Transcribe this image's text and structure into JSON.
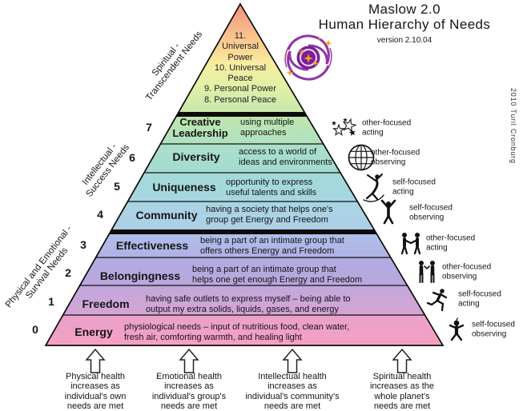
{
  "title": {
    "app": "Maslow 2.0",
    "subtitle": "Human Hierarchy of Needs",
    "version": "version 2.10.04"
  },
  "credit": "2010 Turil Cronburg",
  "side_labels": {
    "spiritual": "Spiritual -\nTranscendent Needs",
    "intellectual": "Intellectual -\nSuccess Needs",
    "physical": "Physical and Emotional -\nSurvival Needs"
  },
  "apex": {
    "text": "11.\nUniversal\nPower\n10. Universal\nPeace\n9. Personal Power\n8. Personal Peace",
    "gradient": [
      "#F2917D",
      "#F7B287",
      "#FBD392",
      "#F8EC9E",
      "#E3F0A5",
      "#C9E7AD"
    ]
  },
  "levels": [
    {
      "num": "7",
      "keyword": "Creative\nLeadership",
      "desc": "using multiple\napproaches",
      "icon": "stars-icon",
      "focus": "other-focused\nacting",
      "color_top": "#C0E6AE",
      "color_bottom": "#AFE1C0"
    },
    {
      "num": "6",
      "keyword": "Diversity",
      "desc": "access to a world of\nideas and environments",
      "icon": "globe-icon",
      "focus": "other-focused\nobserving",
      "color_top": "#AADFC7",
      "color_bottom": "#A4DBD3"
    },
    {
      "num": "5",
      "keyword": "Uniqueness",
      "desc": "opportunity to express\nuseful talents and skills",
      "icon": "dancer-icon",
      "focus": "self-focused\nacting",
      "color_top": "#A3DAD9",
      "color_bottom": "#A7D6E0"
    },
    {
      "num": "4",
      "keyword": "Community",
      "desc": "having a society that helps one's\ngroup get Energy and Freedom",
      "icon": "arms-raised-icon",
      "focus": "self-focused\nobserving",
      "color_top": "#A9D4E3",
      "color_bottom": "#ADD0E7"
    },
    {
      "num": "3",
      "keyword": "Effectiveness",
      "desc": "being a part of an intimate group that\noffers others Energy and Freedom",
      "icon": "handshake-icon",
      "focus": "other-focused\nacting",
      "color_top": "#AFBFE9",
      "color_bottom": "#B0B1E4"
    },
    {
      "num": "2",
      "keyword": "Belongingness",
      "desc": "being a part of an intimate group that\nhelps one get enough Energy and Freedom",
      "icon": "two-people-icon",
      "focus": "other-focused\nobserving",
      "color_top": "#B1ABE1",
      "color_bottom": "#BBA7DE"
    },
    {
      "num": "1",
      "keyword": "Freedom",
      "desc": "having safe outlets to express myself – being able to\noutput my extra solids, liquids, gases, and energy",
      "icon": "runner-icon",
      "focus": "self-focused\nacting",
      "color_top": "#C1A8DC",
      "color_bottom": "#D6A4D5"
    },
    {
      "num": "0",
      "keyword": "Energy",
      "desc": "physiological needs – input of nutritious food, clean water,\nfresh air, comforting warmth, and healing light",
      "icon": "toddler-icon",
      "focus": "self-focused\nobserving",
      "color_top": "#E9A1CB",
      "color_bottom": "#F6A0C2"
    }
  ],
  "footer": [
    {
      "text": "Physical health\nincreases as\nindividual's own\nneeds are met"
    },
    {
      "text": "Emotional health\nincreases as\nindividual's group's\nneeds are met"
    },
    {
      "text": "Intellectual health\nincreases as\nindividual's community's\nneeds are met"
    },
    {
      "text": "Spiritual health\nincreases as the\nwhole planet's\nneeds are met"
    }
  ]
}
